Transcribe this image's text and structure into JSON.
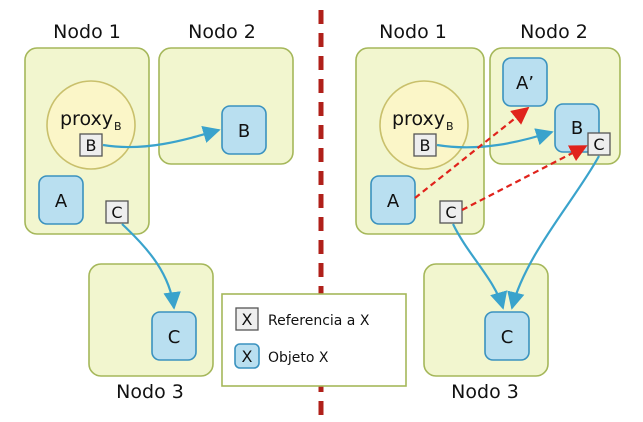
{
  "left": {
    "node1_label": "Nodo 1",
    "node2_label": "Nodo 2",
    "node3_label": "Nodo 3",
    "proxy_label": "proxy",
    "proxy_subscript": "B",
    "proxy_ref": "B",
    "object_b": "B",
    "object_a": "A",
    "ref_c": "C",
    "object_c": "C"
  },
  "right": {
    "node1_label": "Nodo 1",
    "node2_label": "Nodo 2",
    "node3_label": "Nodo 3",
    "proxy_label": "proxy",
    "proxy_subscript": "B",
    "proxy_ref": "B",
    "object_a_prime": "A’",
    "object_b": "B",
    "ref_c_at_b": "C",
    "object_a": "A",
    "ref_c": "C",
    "object_c": "C"
  },
  "legend": {
    "ref_symbol": "X",
    "ref_text": "Referencia a X",
    "obj_symbol": "X",
    "obj_text": "Objeto X"
  },
  "colors": {
    "node_fill": "#f2f6cf",
    "object_fill": "#b9dff0",
    "reference_arrow": "#3aa3cc",
    "copy_arrow": "#e0231c",
    "divider": "#b0201a"
  }
}
